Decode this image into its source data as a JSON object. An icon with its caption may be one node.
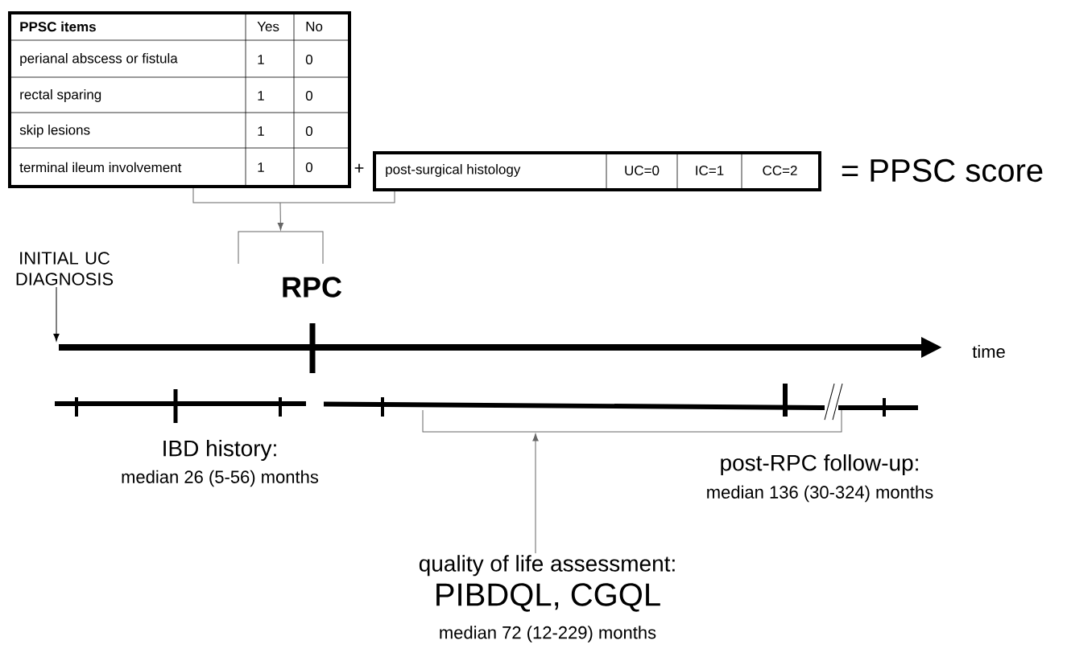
{
  "diagram": {
    "nodes": [
      {
        "text": [
          "PPSC items",
          "Yes",
          "No",
          "perianal abscess or fistula",
          "1",
          "0",
          "rectal sparing",
          "1",
          "0",
          "skip lesions",
          "1",
          "0",
          "terminal ileum involvement",
          "1",
          "0"
        ]
      },
      {
        "text": [
          "post-surgical histology",
          "UC=0",
          "IC=1",
          "CC=2"
        ]
      },
      {
        "text": [],
        "shape": "bracket"
      },
      {
        "text": [
          "INITIAL UC DIAGNOSIS"
        ]
      },
      {
        "text": [],
        "shape": "bracket"
      },
      {
        "text": [
          "quality of life assessment:",
          "PIBDQL, CGQL",
          "median 72 (12-229) months"
        ]
      },
      {
        "text": [],
        "shape": "axis"
      }
    ],
    "edges": [
      {
        "from": 0,
        "to": 2,
        "arrow": "to"
      },
      {
        "from": 1,
        "to": 2,
        "arrow": "to"
      },
      {
        "from": 3,
        "to": 6,
        "arrow": "to",
        "color": "#000000"
      },
      {
        "from": 5,
        "to": 4,
        "arrow": "to"
      }
    ],
    "labels": [
      "+",
      "= PPSC score",
      "RPC",
      "time",
      "IBD history:",
      "median 26 (5-56) months",
      "post-RPC follow-up:",
      "median 136 (30-324) months"
    ]
  }
}
